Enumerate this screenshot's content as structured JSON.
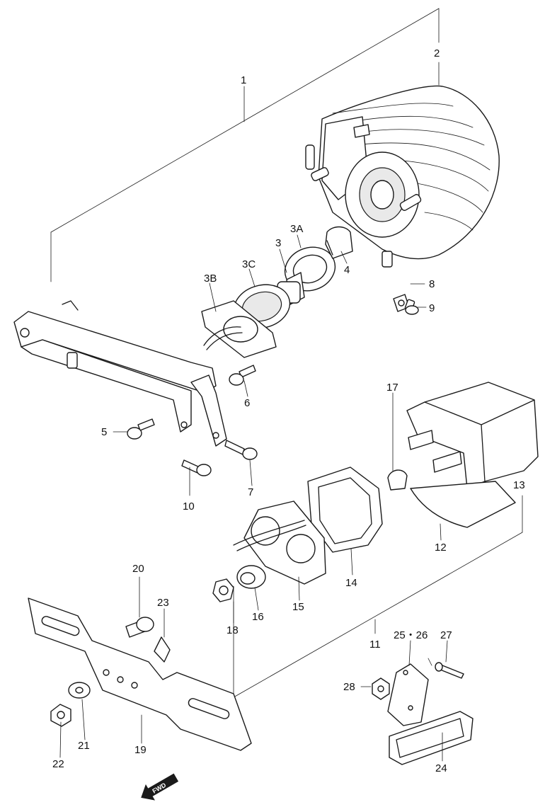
{
  "callouts": {
    "c1": "1",
    "c2": "2",
    "c3": "3",
    "c3a": "3A",
    "c3b": "3B",
    "c3c": "3C",
    "c4": "4",
    "c5": "5",
    "c6": "6",
    "c7": "7",
    "c8": "8",
    "c9": "9",
    "c10": "10",
    "c11": "11",
    "c12": "12",
    "c13": "13",
    "c14": "14",
    "c15": "15",
    "c16": "16",
    "c17": "17",
    "c18": "18",
    "c19": "19",
    "c20": "20",
    "c21": "21",
    "c22": "22",
    "c23": "23",
    "c24": "24",
    "c25_26": "25・26",
    "c27": "27",
    "c28": "28"
  },
  "fwd_label": "FWD"
}
